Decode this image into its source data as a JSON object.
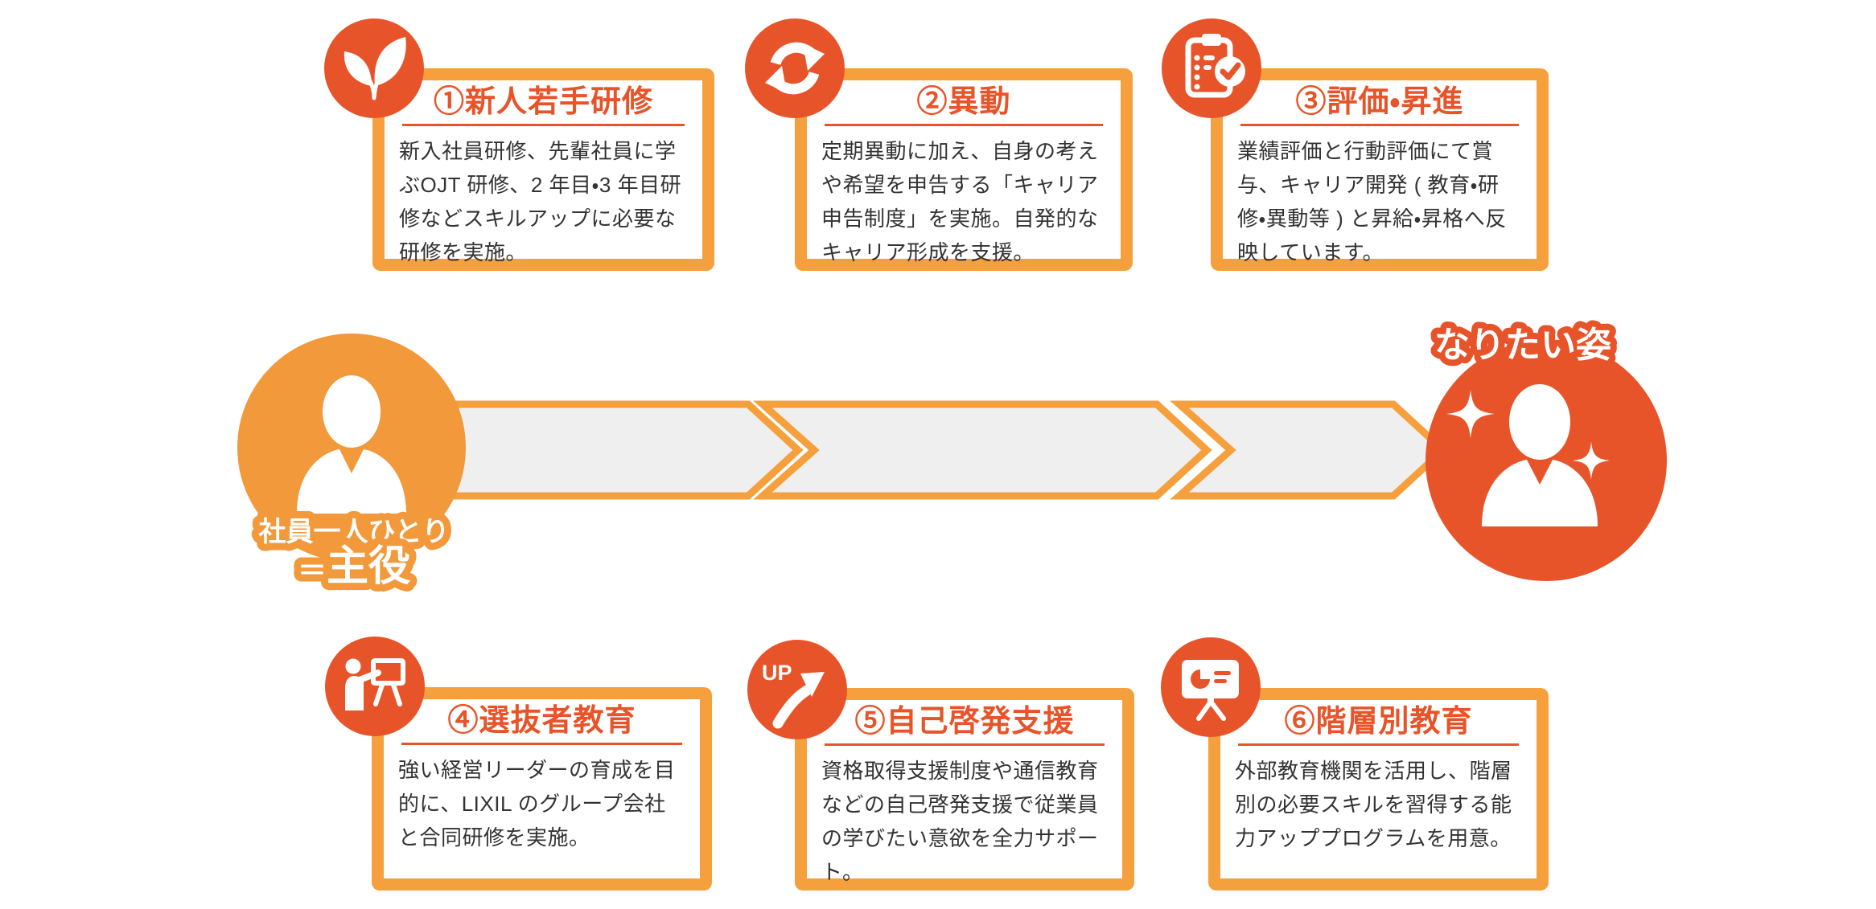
{
  "colors": {
    "accent_orange": "#F5A03C",
    "accent_red_orange": "#E8542A",
    "start_circle_orange": "#F2993B",
    "band_fill_gray": "#EFEFEF",
    "body_text": "#333333",
    "background": "#FFFFFF"
  },
  "flow": {
    "start_label": {
      "line1": "社員一人ひとり",
      "eq": "＝",
      "line2": "主役"
    },
    "goal_label": "なりたい姿",
    "start_icon": "person-icon",
    "goal_icon": "person-sparkle-icon",
    "segments": 3
  },
  "cards": [
    {
      "icon": "sprout-icon",
      "title": "①新人若手研修",
      "body": "新入社員研修、先輩社員に学ぶOJT 研修、2 年目・3 年目研修などスキルアップに必要な研修を実施。"
    },
    {
      "icon": "rotate-arrows-icon",
      "title": "②異動",
      "body": "定期異動に加え、自身の考えや希望を申告する「キャリア申告制度」を実施。自発的なキャリア形成を支援。"
    },
    {
      "icon": "clipboard-check-icon",
      "title": "③評価・昇進",
      "body": "業績評価と行動評価にて賞与、キャリア開発 ( 教育・研修・異動等 ) と昇給・昇格へ反映しています。"
    },
    {
      "icon": "presenter-icon",
      "title": "④選抜者教育",
      "body": "強い経営リーダーの育成を目的に、LIXIL のグループ会社と合同研修を実施。"
    },
    {
      "icon": "up-arrow-icon",
      "badge": "UP",
      "title": "⑤自己啓発支援",
      "body": "資格取得支援制度や通信教育などの自己啓発支援で従業員の学びたい意欲を全力サポート。"
    },
    {
      "icon": "presentation-screen-icon",
      "title": "⑥階層別教育",
      "body": "外部教育機関を活用し、階層別の必要スキルを習得する能力アッププログラムを用意。"
    }
  ]
}
